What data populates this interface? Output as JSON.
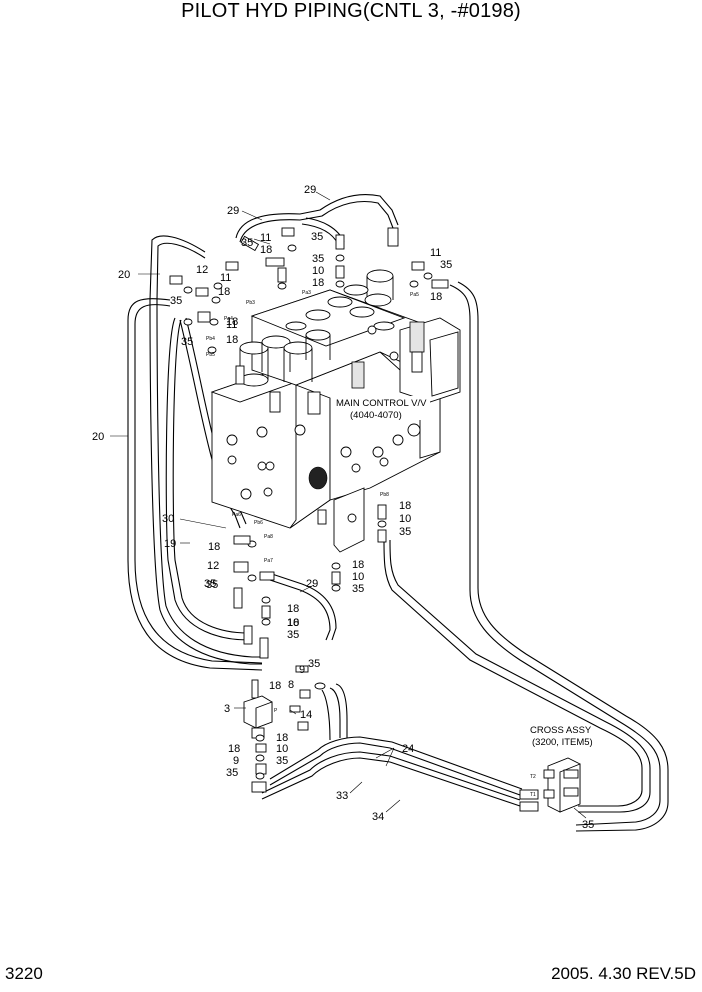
{
  "header": {
    "title": "PILOT HYD PIPING(CNTL 3, -#0198)"
  },
  "footer": {
    "page_number": "3220",
    "revision": "2005. 4.30  REV.5D"
  },
  "diagram": {
    "notes": {
      "main_control_valve": [
        "MAIN CONTROL V/V",
        "(4040-4070)"
      ],
      "cross_assy": [
        "CROSS ASSY",
        "(3200, ITEM5)"
      ]
    },
    "callouts": {
      "c29a": "29",
      "c29b": "29",
      "c29c": "29",
      "c35a": "35",
      "c35b": "35",
      "c35c": "35",
      "c35d": "35",
      "c35e": "35",
      "c35f": "35",
      "c35g": "35",
      "c35h": "35",
      "c35i": "35",
      "c35j": "35",
      "c35k": "35",
      "c35l": "35",
      "c11a": "11",
      "c11b": "11",
      "c11c": "11",
      "c11d": "11",
      "c18a": "18",
      "c18b": "18",
      "c18c": "18",
      "c18d": "18",
      "c18e": "18",
      "c18f": "18",
      "c18g": "18",
      "c18h": "18",
      "c18i": "18",
      "c18j": "18",
      "c18k": "18",
      "c18l": "18",
      "c18m": "18",
      "c18n": "18",
      "c10a": "10",
      "c10b": "10",
      "c10c": "10",
      "c10d": "10",
      "c10e": "10",
      "c12a": "12",
      "c12b": "12",
      "c20a": "20",
      "c20b": "20",
      "c30": "30",
      "c19": "19",
      "c9a": "9",
      "c9b": "9",
      "c8": "8",
      "c14": "14",
      "c3": "3",
      "c24": "24",
      "c33": "33",
      "c34": "34"
    },
    "port_marks": [
      "Pa3",
      "Pb3",
      "Pa4",
      "Pb4",
      "Pa5",
      "Pb5",
      "Pa6",
      "Pb6",
      "Pb8",
      "Pa8",
      "Pa7",
      "T2",
      "T1",
      "P"
    ]
  }
}
